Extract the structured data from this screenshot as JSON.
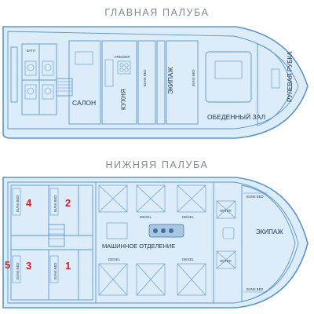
{
  "main_deck": {
    "title": "ГЛАВНАЯ ПАЛУБА",
    "rooms": {
      "bath": "BATH",
      "salon": "САЛОН",
      "freezer": "FREEZER",
      "kitchen": "КУХНЯ",
      "crew": "ЭКИПАЖ",
      "bunk_bed_1": "BUNK BED",
      "bunk_bed_2": "BUNK BED",
      "dining_hall": "ОБЕДЕННЫЙ ЗАЛ",
      "wheelhouse": "РУЛЕВАЯ РУБКА"
    }
  },
  "lower_deck": {
    "title": "НИЖНЯЯ ПАЛУБА",
    "cabins": [
      "4",
      "2",
      "5",
      "3",
      "1"
    ],
    "bunk_bed": "BUNK BED",
    "diesel": "DIESEL",
    "water": "WATER",
    "engine_room": "МАШИННОЕ ОТДЕЛЕНИЕ",
    "crew": "ЭКИПАЖ"
  },
  "colors": {
    "hull_fill": "#dcedf9",
    "wall": "#5b95c9",
    "cabin_number": "#d11f2a",
    "title": "#7f8a96"
  }
}
